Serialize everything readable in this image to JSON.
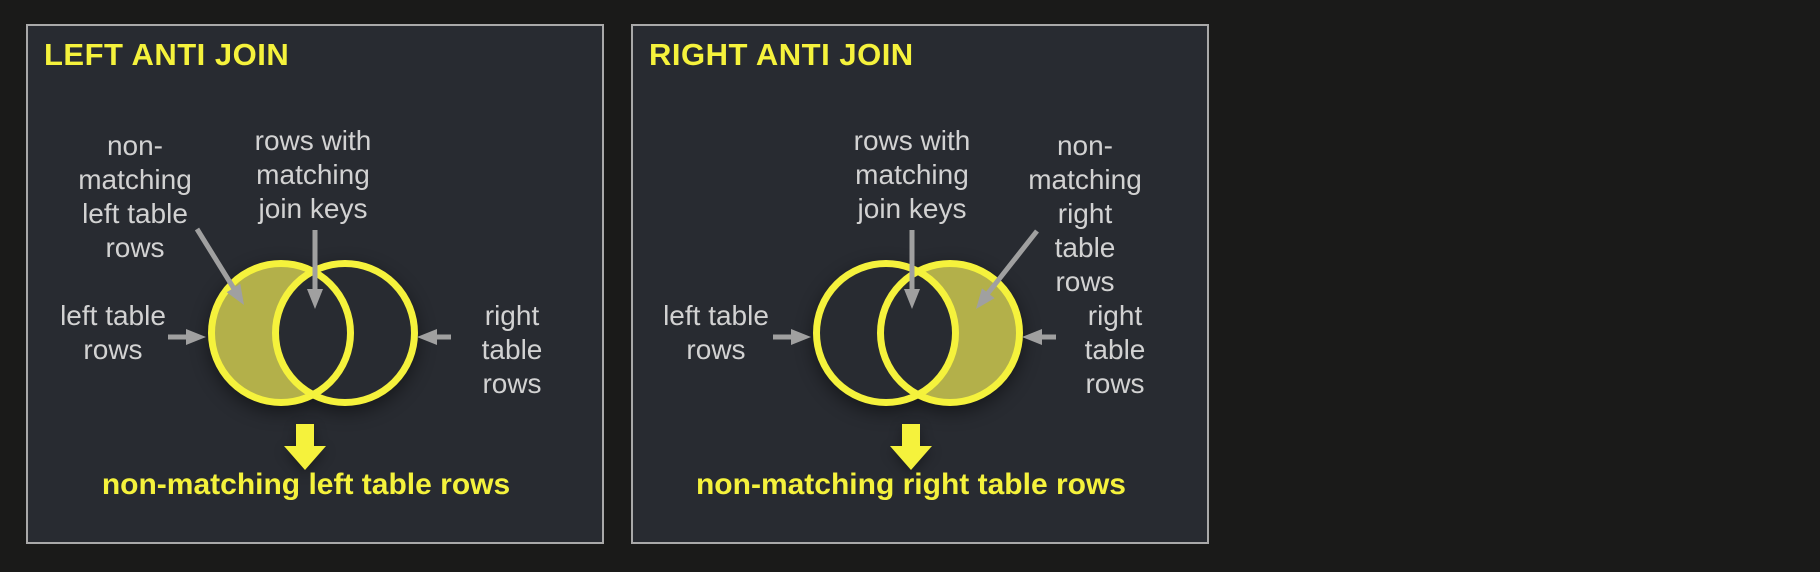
{
  "colors": {
    "page_bg": "#1a1a19",
    "panel_bg": "#282b31",
    "panel_border": "#a9a9a9",
    "yellow": "#f5f23c",
    "olive": "#b3b04a",
    "label_gray": "#d2d2d2",
    "arrow_gray": "#a0a0a0"
  },
  "panels": [
    {
      "id": "left-anti-join",
      "title": "LEFT ANTI JOIN",
      "highlighted_region": "left-only",
      "labels": {
        "non_matching": "non-\nmatching\nleft table\nrows",
        "matching": "rows with\nmatching\njoin keys",
        "left_table": "left table\nrows",
        "right_table": "right table\nrows"
      },
      "result": "non-matching left table rows"
    },
    {
      "id": "right-anti-join",
      "title": "RIGHT ANTI JOIN",
      "highlighted_region": "right-only",
      "labels": {
        "matching": "rows with\nmatching\njoin keys",
        "non_matching": "non-\nmatching\nright table\nrows",
        "left_table": "left table\nrows",
        "right_table": "right table\nrows"
      },
      "result": "non-matching right table rows"
    }
  ]
}
